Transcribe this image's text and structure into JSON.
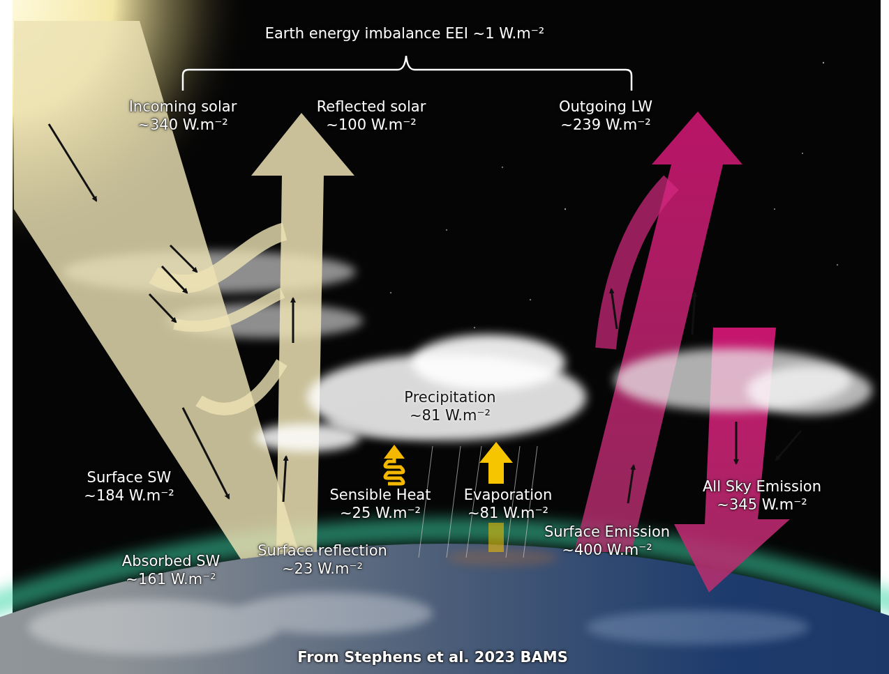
{
  "diagram": {
    "caption": "From Stephens et al. 2023 BAMS",
    "labels": [
      "Earth energy imbalance EEI ~1 W.m⁻²",
      "Incoming solar ~340 W.m⁻²",
      "Reflected solar ~100 W.m⁻²",
      "Outgoing LW ~239 W.m⁻²",
      "Precipitation ~81 W.m⁻²",
      "Surface SW ~184 W.m⁻²",
      "Sensible Heat ~25 W.m⁻²",
      "Evaporation ~81 W.m⁻²",
      "All Sky Emission ~345 W.m⁻²",
      "Surface Emission ~400 W.m⁻²",
      "Absorbed SW ~161 W.m⁻²",
      "Surface reflection ~23 W.m⁻²"
    ]
  }
}
